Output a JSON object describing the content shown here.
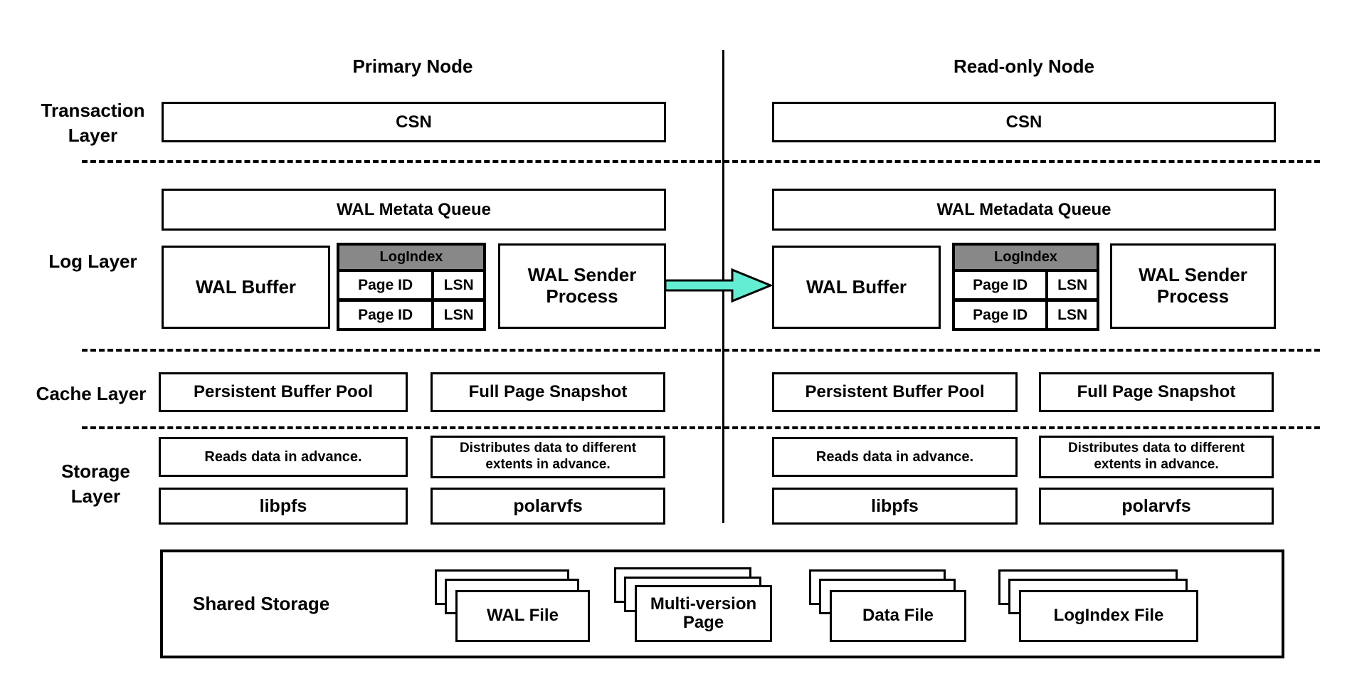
{
  "nodes": [
    {
      "title": "Primary Node",
      "csn": "CSN",
      "queue": "WAL Metata Queue",
      "wal_buffer": "WAL Buffer",
      "logindex_header": "LogIndex",
      "logindex_rows": [
        {
          "page": "Page ID",
          "lsn": "LSN"
        },
        {
          "page": "Page ID",
          "lsn": "LSN"
        }
      ],
      "wal_sender": "WAL Sender Process",
      "persistent_buffer_pool": "Persistent Buffer Pool",
      "full_page_snapshot": "Full Page Snapshot",
      "prefetch_note": "Reads data in advance.",
      "distribute_note": "Distributes data to different extents in advance.",
      "libpfs": "libpfs",
      "polarvfs": "polarvfs"
    },
    {
      "title": "Read-only Node",
      "csn": "CSN",
      "queue": "WAL Metadata Queue",
      "wal_buffer": "WAL Buffer",
      "logindex_header": "LogIndex",
      "logindex_rows": [
        {
          "page": "Page ID",
          "lsn": "LSN"
        },
        {
          "page": "Page ID",
          "lsn": "LSN"
        }
      ],
      "wal_sender": "WAL Sender Process",
      "persistent_buffer_pool": "Persistent Buffer Pool",
      "full_page_snapshot": "Full Page Snapshot",
      "prefetch_note": "Reads data in advance.",
      "distribute_note": "Distributes data to different extents in advance.",
      "libpfs": "libpfs",
      "polarvfs": "polarvfs"
    }
  ],
  "layer_labels": {
    "transaction": "Transaction Layer",
    "log": "Log Layer",
    "cache": "Cache Layer",
    "storage": "Storage Layer"
  },
  "shared_storage": {
    "label": "Shared Storage",
    "files": [
      "WAL File",
      "Multi-version Page",
      "Data File",
      "LogIndex File"
    ]
  },
  "colors": {
    "arrow_fill": "#63EDD3",
    "logindex_header_bg": "#888888"
  }
}
